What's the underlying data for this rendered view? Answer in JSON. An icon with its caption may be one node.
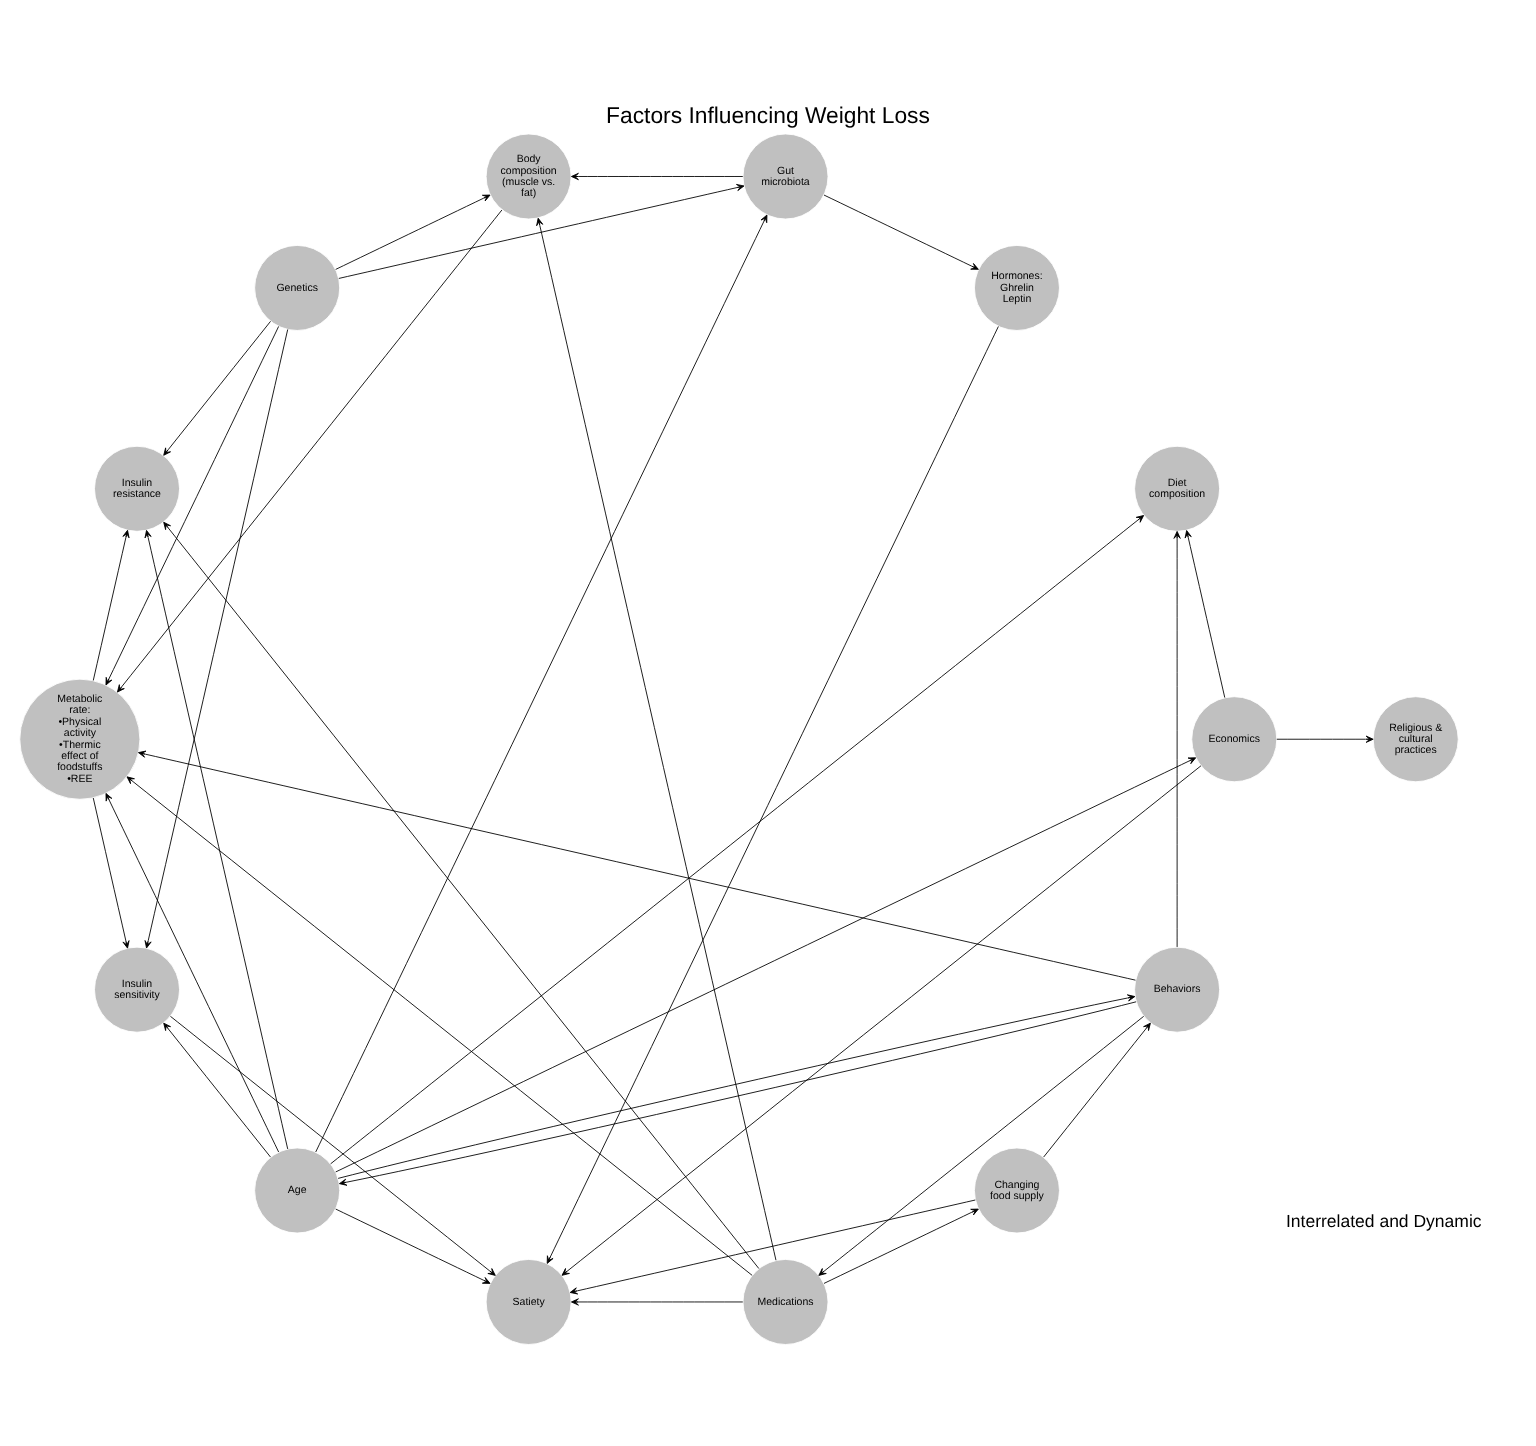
{
  "diagram": {
    "title": "Factors Influencing Weight Loss",
    "nodes": [
      {
        "text": [
          "Behaviors"
        ]
      },
      {
        "text": [
          "Body composition (muscle vs. fat)"
        ]
      },
      {
        "text": [
          "Changing food supply"
        ]
      },
      {
        "text": [
          "Diet composition"
        ]
      },
      {
        "text": [
          "Economics"
        ]
      },
      {
        "text": [
          "Medications"
        ]
      },
      {
        "text": [
          "Genetics"
        ]
      },
      {
        "text": [
          "Gut microbiota"
        ]
      },
      {
        "text": [
          "Hormones: Ghrelin Leptin"
        ]
      },
      {
        "text": [
          "Insulin resistance"
        ]
      },
      {
        "text": [
          "Insulin sensitivity"
        ]
      },
      {
        "text": [
          "Metabolic rate:",
          "•Physical activity",
          "•Thermic effect of foodstuffs",
          "•REE"
        ]
      },
      {
        "text": [
          "Religious & cultural practices"
        ]
      },
      {
        "text": [
          "Satiety"
        ]
      },
      {
        "text": [
          "Age"
        ]
      }
    ],
    "edges": [
      {
        "from": 14,
        "to": 0,
        "arrow": "to"
      },
      {
        "from": 0,
        "to": 14,
        "arrow": "to"
      },
      {
        "from": 14,
        "to": 13,
        "arrow": "to"
      },
      {
        "from": 14,
        "to": 10,
        "arrow": "to"
      },
      {
        "from": 14,
        "to": 11,
        "arrow": "to"
      },
      {
        "from": 14,
        "to": 3,
        "arrow": "to"
      },
      {
        "from": 14,
        "to": 4,
        "arrow": "to"
      },
      {
        "from": 14,
        "to": 9,
        "arrow": "to"
      },
      {
        "from": 14,
        "to": 7,
        "arrow": "to"
      },
      {
        "from": 0,
        "to": 11,
        "arrow": "to"
      },
      {
        "from": 0,
        "to": 3,
        "arrow": "to"
      },
      {
        "from": 0,
        "to": 5,
        "arrow": "to"
      },
      {
        "from": 1,
        "to": 11,
        "arrow": "to"
      },
      {
        "from": 2,
        "to": 0,
        "arrow": "to"
      },
      {
        "from": 2,
        "to": 13,
        "arrow": "to"
      },
      {
        "from": 4,
        "to": 3,
        "arrow": "to"
      },
      {
        "from": 4,
        "to": 12,
        "arrow": "to"
      },
      {
        "from": 4,
        "to": 13,
        "arrow": "to"
      },
      {
        "from": 5,
        "to": 2,
        "arrow": "to"
      },
      {
        "from": 5,
        "to": 11,
        "arrow": "to"
      },
      {
        "from": 5,
        "to": 9,
        "arrow": "to"
      },
      {
        "from": 5,
        "to": 13,
        "arrow": "to"
      },
      {
        "from": 5,
        "to": 1,
        "arrow": "to"
      },
      {
        "from": 6,
        "to": 7,
        "arrow": "to"
      },
      {
        "from": 6,
        "to": 11,
        "arrow": "to"
      },
      {
        "from": 6,
        "to": 10,
        "arrow": "to"
      },
      {
        "from": 6,
        "to": 9,
        "arrow": "to"
      },
      {
        "from": 6,
        "to": 1,
        "arrow": "to"
      },
      {
        "from": 7,
        "to": 8,
        "arrow": "to"
      },
      {
        "from": 7,
        "to": 1,
        "arrow": "to"
      },
      {
        "from": 8,
        "to": 13,
        "arrow": "to"
      },
      {
        "from": 10,
        "to": 13,
        "arrow": "to"
      },
      {
        "from": 11,
        "to": 10,
        "arrow": "to"
      },
      {
        "from": 11,
        "to": 9,
        "arrow": "to"
      }
    ],
    "labels": [
      "Interrelated and Dynamic"
    ]
  }
}
